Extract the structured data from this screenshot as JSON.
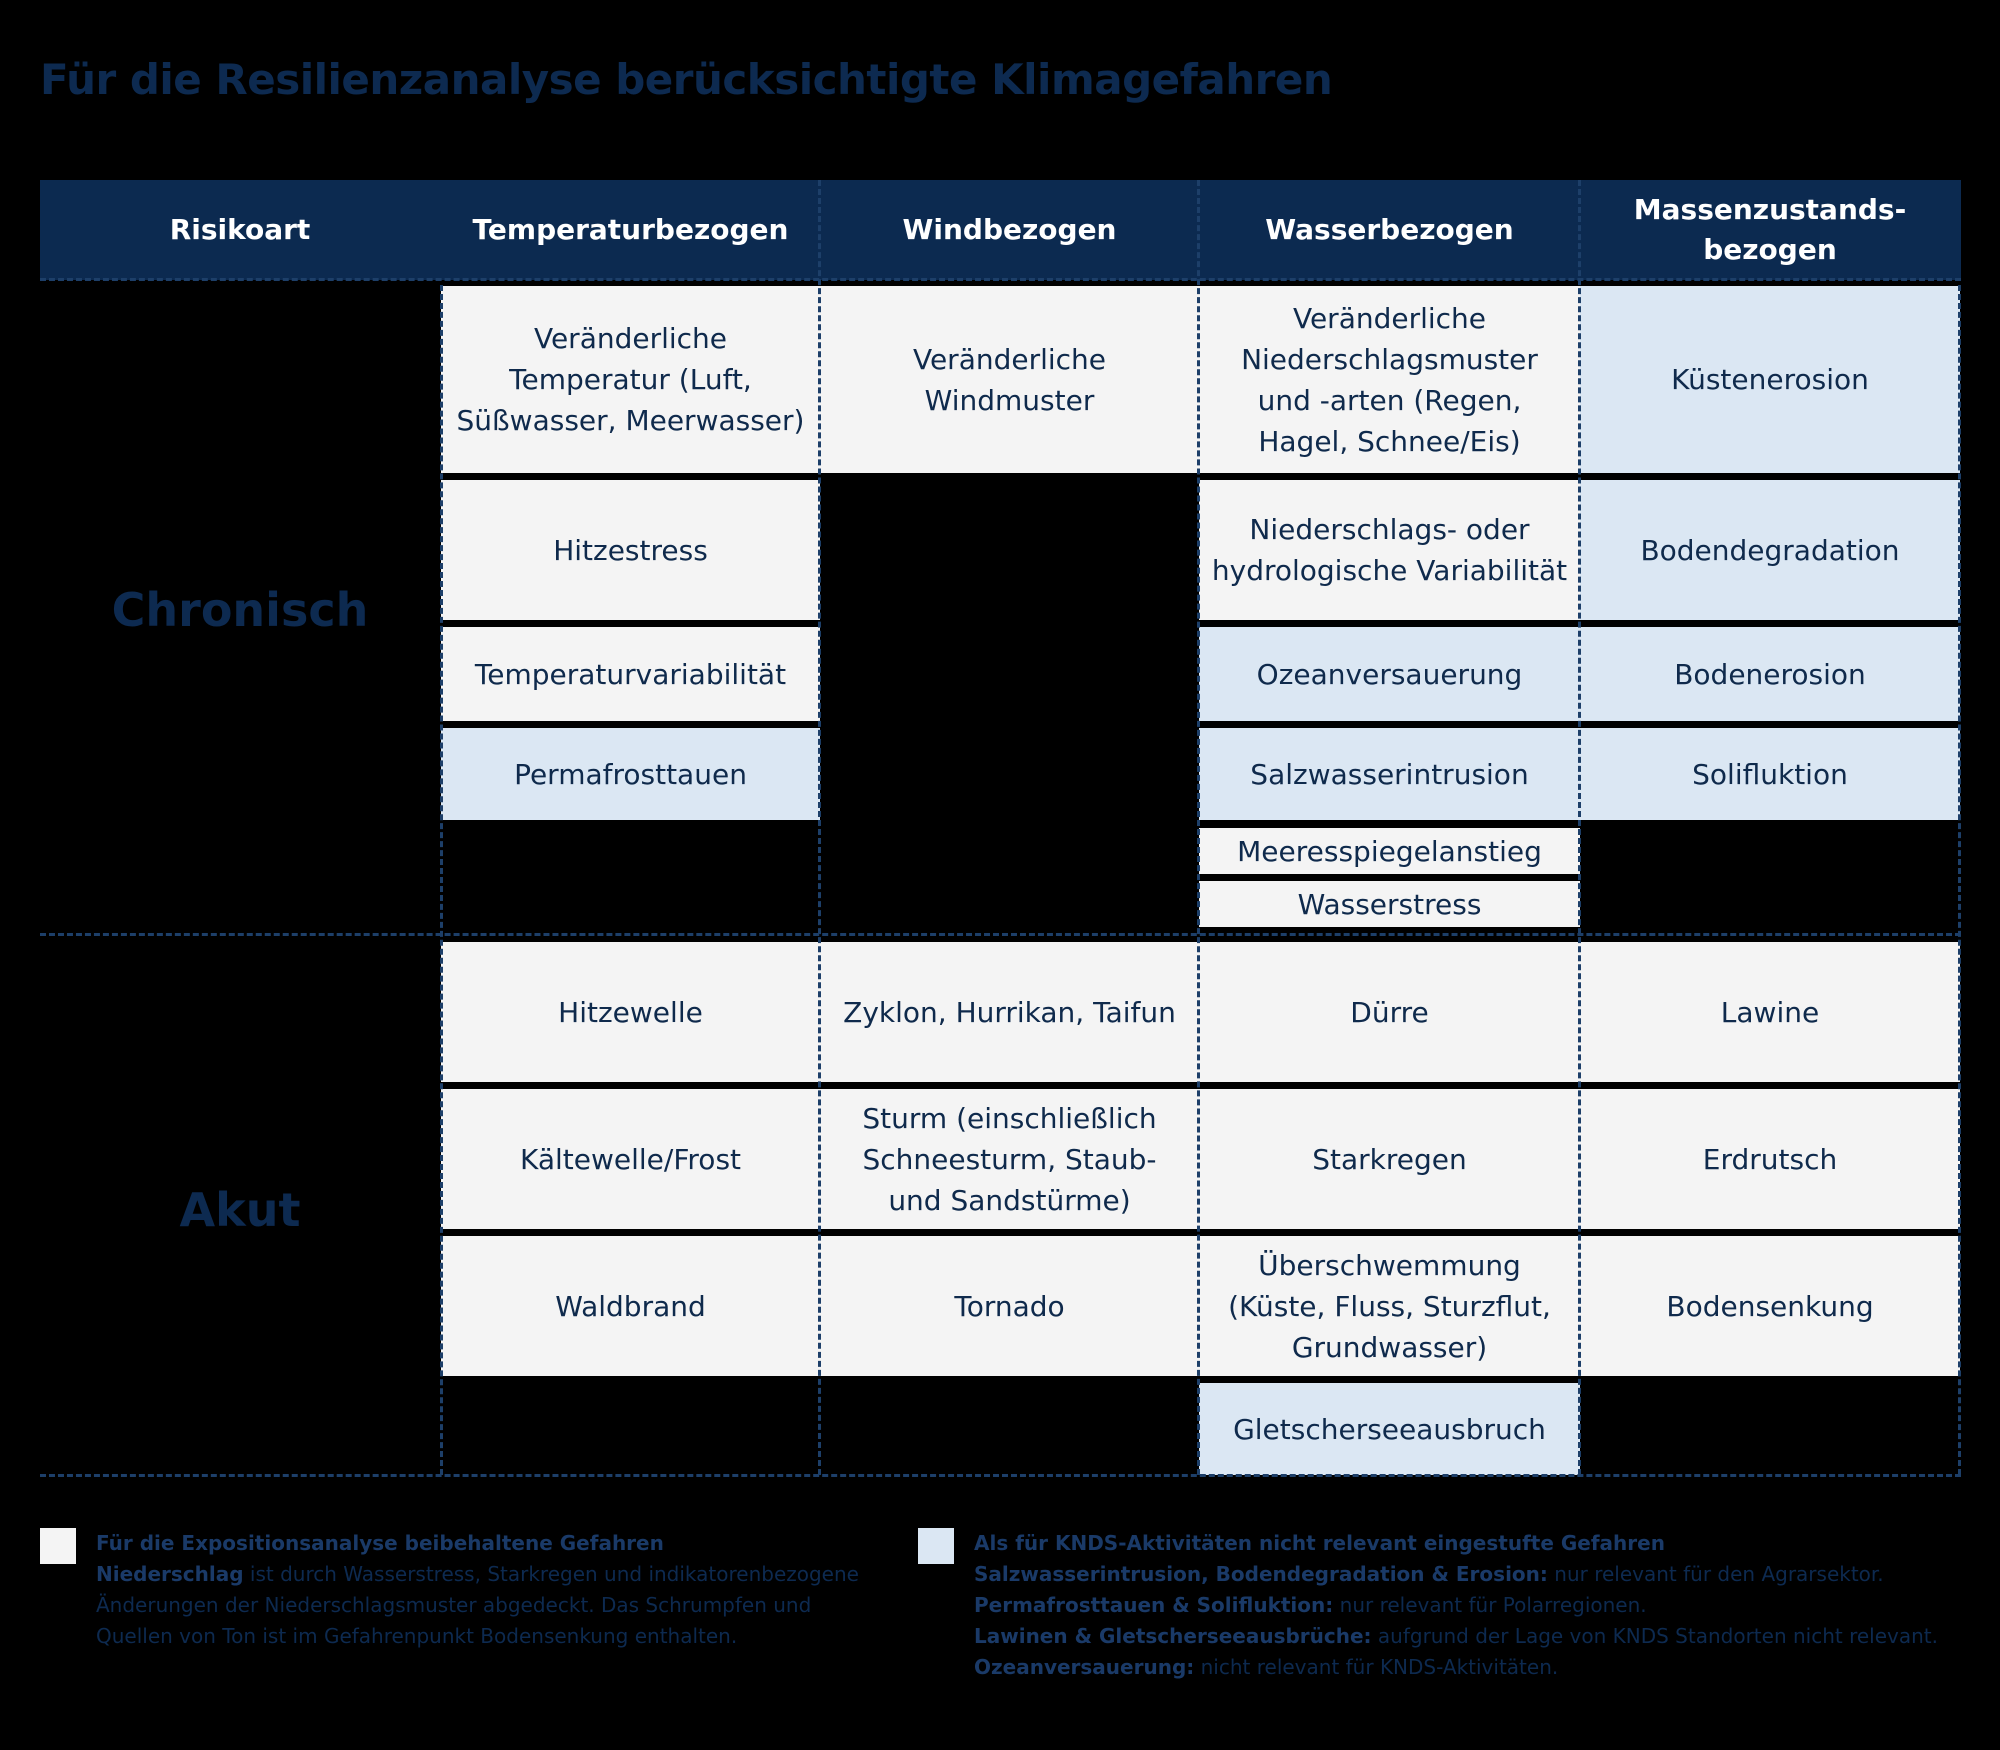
{
  "title": "Für die Resilienzanalyse berücksichtigte Klimagefahren",
  "colors": {
    "header_bg": "#0c2a50",
    "retained": "#f4f4f4",
    "not_relevant": "#dbe7f3",
    "dark_text": "#0f2a4c"
  },
  "header": {
    "risk": "Risikoart",
    "temp": "Temperaturbezogen",
    "wind": "Windbezogen",
    "water": "Wasserbezogen",
    "mass_1": "Massenzustands-",
    "mass_2": "bezogen"
  },
  "rows": {
    "chronic": "Chronisch",
    "acute": "Akut"
  },
  "chronic": {
    "temp": [
      "Veränderliche Temperatur (Luft, Süßwasser, Meerwasser)",
      "Hitzestress",
      "Temperaturvariabilität",
      "Permafrosttauen"
    ],
    "wind": [
      "Veränderliche Windmuster"
    ],
    "water": [
      "Veränderliche Niederschlagsmuster und -arten (Regen, Hagel, Schnee/Eis)",
      "Niederschlags- oder hydrologische Variabilität",
      "Ozeanversauerung",
      "Salzwasserintrusion",
      "Meeresspiegelanstieg",
      "Wasserstress"
    ],
    "mass": [
      "Küstenerosion",
      "Bodendegradation",
      "Bodenerosion",
      "Solifluktion"
    ]
  },
  "acute": {
    "temp": [
      "Hitzewelle",
      "Kältewelle/Frost",
      "Waldbrand"
    ],
    "wind": [
      "Zyklon, Hurrikan, Taifun",
      "Sturm (einschließlich Schneesturm, Staub- und Sandstürme)",
      "Tornado"
    ],
    "water": [
      "Dürre",
      "Starkregen",
      "Überschwemmung (Küste, Fluss, Sturzflut, Grundwasser)",
      "Gletscherseeausbruch"
    ],
    "mass": [
      "Lawine",
      "Erdrutsch",
      "Bodensenkung"
    ]
  },
  "legend": {
    "left": {
      "title": "Für die Expositionsanalyse beibehaltene Gefahren",
      "bold": "Niederschlag",
      "text": " ist durch Wasserstress, Starkregen und indikatorenbezogene Änderungen der Niederschlagsmuster abgedeckt. Das Schrumpfen und Quellen von Ton ist im Gefahrenpunkt Bodensenkung enthalten."
    },
    "right": {
      "title": "Als für KNDS-Aktivitäten nicht relevant eingestufte Gefahren",
      "l1_bold": "Salzwasserintrusion, Bodendegradation & Erosion:",
      "l1_text": " nur relevant für den Agrarsektor.",
      "l2_bold": "Permafrosttauen & Solifluktion:",
      "l2_text": " nur relevant für Polarregionen.",
      "l3_bold": "Lawinen & Gletscherseeausbrüche:",
      "l3_text": " aufgrund der Lage von KNDS Standorten nicht relevant.",
      "l4_bold": "Ozeanversauerung:",
      "l4_text": " nicht relevant für KNDS-Aktivitäten."
    }
  }
}
